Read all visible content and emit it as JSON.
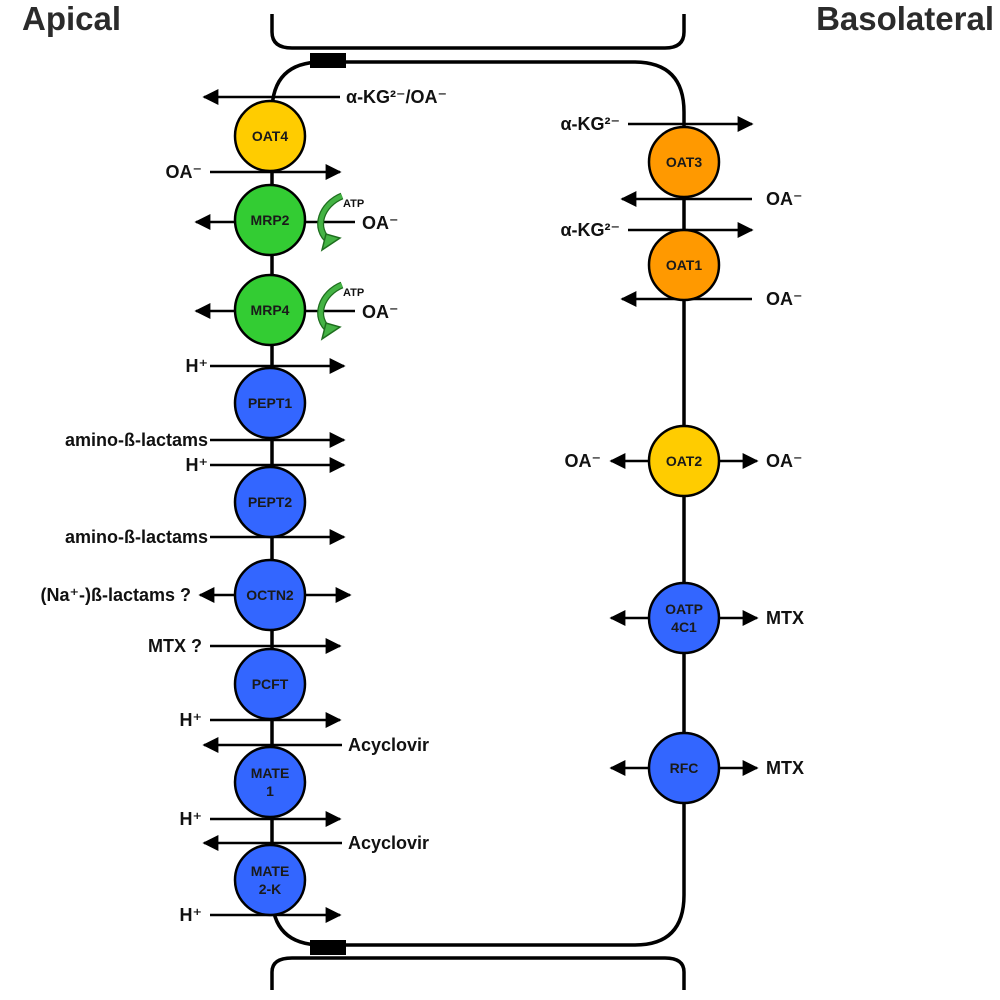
{
  "headings": {
    "apical": "Apical",
    "basolateral": "Basolateral"
  },
  "colors": {
    "yellow": "#ffcc00",
    "green": "#33cc33",
    "orange": "#ff9900",
    "blue": "#3366ff",
    "atp_green": "#44b344"
  },
  "apical": {
    "transporters": [
      {
        "id": "oat4",
        "lines": [
          "OAT4"
        ],
        "color": "yellow"
      },
      {
        "id": "mrp2",
        "lines": [
          "MRP2"
        ],
        "color": "green"
      },
      {
        "id": "mrp4",
        "lines": [
          "MRP4"
        ],
        "color": "green"
      },
      {
        "id": "pept1",
        "lines": [
          "PEPT1"
        ],
        "color": "blue"
      },
      {
        "id": "pept2",
        "lines": [
          "PEPT2"
        ],
        "color": "blue"
      },
      {
        "id": "octn2",
        "lines": [
          "OCTN2"
        ],
        "color": "blue"
      },
      {
        "id": "pcft",
        "lines": [
          "PCFT"
        ],
        "color": "blue"
      },
      {
        "id": "mate1",
        "lines": [
          "MATE",
          "1"
        ],
        "color": "blue"
      },
      {
        "id": "mate2k",
        "lines": [
          "MATE",
          "2-K"
        ],
        "color": "blue"
      }
    ],
    "substrates": {
      "oat4_exchange": "α-KG²⁻/OA⁻",
      "oat4_uptake": "OA⁻",
      "mrp2_atp": "ATP",
      "mrp2_substrate": "OA⁻",
      "mrp4_atp": "ATP",
      "mrp4_substrate": "OA⁻",
      "pept1_proton": "H⁺",
      "pept1_substrate": "amino-ß-lactams",
      "pept2_proton": "H⁺",
      "pept2_substrate": "amino-ß-lactams",
      "octn2_substrate": "(Na⁺-)ß-lactams ?",
      "pcft_substrate": "MTX ?",
      "mate1_proton": "H⁺",
      "mate1_substrate": "Acyclovir",
      "mate2k_proton_top": "H⁺",
      "mate2k_substrate": "Acyclovir",
      "mate2k_proton_bottom": "H⁺"
    }
  },
  "basolateral": {
    "transporters": [
      {
        "id": "oat3",
        "lines": [
          "OAT3"
        ],
        "color": "orange"
      },
      {
        "id": "oat1",
        "lines": [
          "OAT1"
        ],
        "color": "orange"
      },
      {
        "id": "oat2",
        "lines": [
          "OAT2"
        ],
        "color": "yellow"
      },
      {
        "id": "oatp4c1",
        "lines": [
          "OATP",
          "4C1"
        ],
        "color": "blue"
      },
      {
        "id": "rfc",
        "lines": [
          "RFC"
        ],
        "color": "blue"
      }
    ],
    "substrates": {
      "oat3_akg": "α-KG²⁻",
      "oat3_oa": "OA⁻",
      "oat1_akg": "α-KG²⁻",
      "oat1_oa": "OA⁻",
      "oat2_left": "OA⁻",
      "oat2_right": "OA⁻",
      "oatp4c1_substrate": "MTX",
      "rfc_substrate": "MTX"
    }
  }
}
